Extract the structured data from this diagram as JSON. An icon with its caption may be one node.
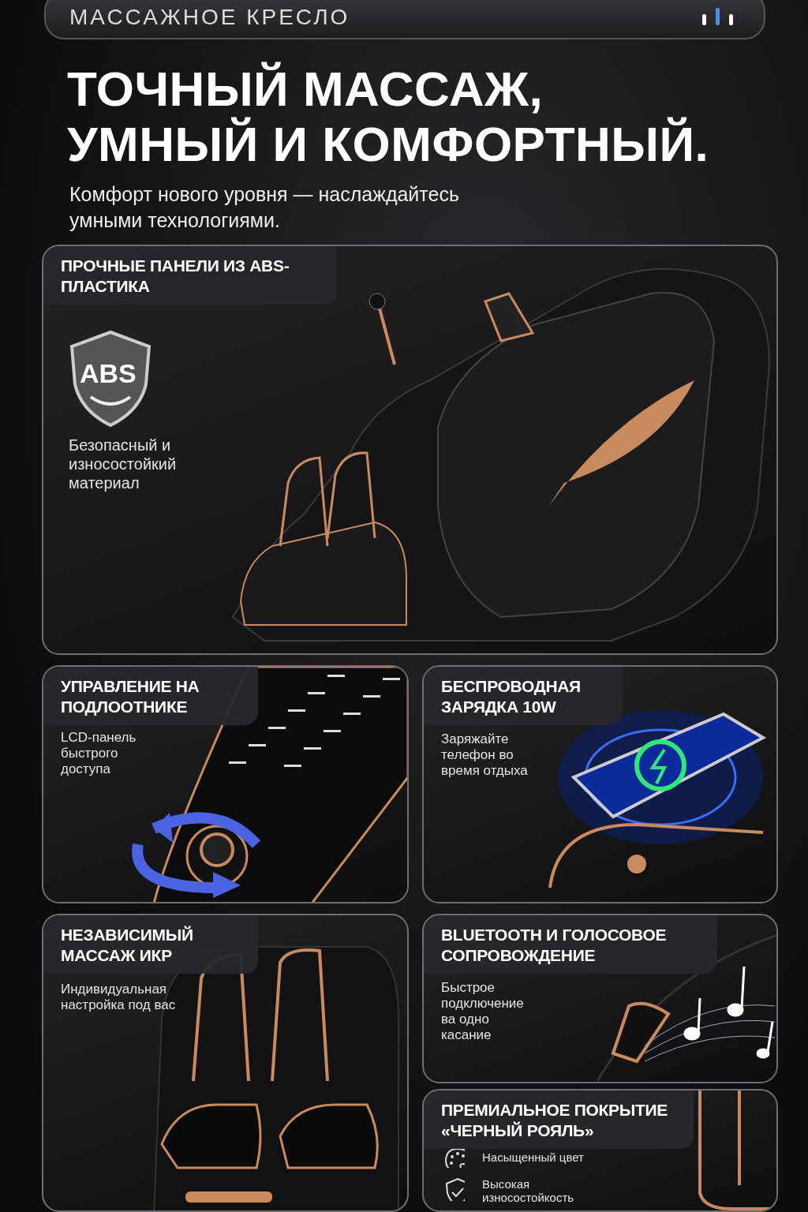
{
  "diagram": {
    "title": "ТОЧНЫЙ МАССАЖ, УМНЫЙ И КОМФОРТНЫЙ.",
    "nodes": [
      {
        "text": [
          "МАССАЖНОЕ КРЕСЛО"
        ]
      },
      {
        "text": [
          "ПРОЧНЫЕ ПАНЕЛИ ИЗ ABS-ПЛАСТИКА",
          "Безопасный и износостойкий материал"
        ]
      },
      {
        "text": [
          "УПРАВЛЕНИЕ НА ПОДЛООТНИКЕ",
          "LCD-панель быстрого доступа"
        ]
      },
      {
        "text": [
          "БЕСПРОВОДНАЯ ЗАРЯДКА 10W",
          "Заряжайте телефон во время отдыха"
        ]
      },
      {
        "text": [
          "НЕЗАВИСИМЫЙ МАССАЖ ИКР",
          "Индивидуальная настройка под вас"
        ]
      },
      {
        "text": [
          "BLUETOOTH И ГОЛОСОВОЕ СОПРОВОЖДЕНИЕ",
          "Быстрое подключение ва одно касание"
        ]
      },
      {
        "text": [
          "ПРЕМИАЛЬНОЕ ПОКРЫТИЕ «ЧЕРНЫЙ РОЯЛЬ»",
          "Насыщенный цвет",
          "Высокая износостойкость"
        ]
      }
    ],
    "edges": [],
    "labels": [
      "Комфорт нового уровня — наслаждайтесь умными технологиями.",
      "ABS"
    ]
  }
}
